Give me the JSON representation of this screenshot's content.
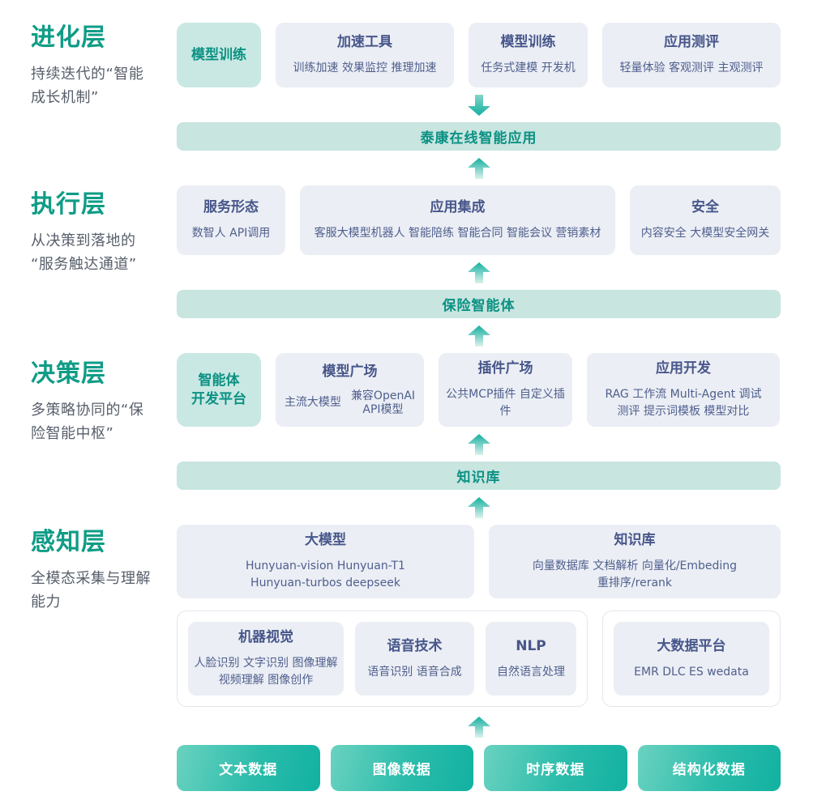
{
  "colors": {
    "accent_green": "#0f9c86",
    "card_bg": "#ebeef4",
    "card_text": "#47568a",
    "teal_card_bg": "#c9e8e3",
    "teal_card_text": "#0b9183",
    "banner_bg": "#c8e5e0",
    "banner_text": "#0a9183",
    "pill_gradient_start": "#6bd2c0",
    "pill_gradient_end": "#12b1a1",
    "subtitle_text": "#575f6b"
  },
  "sections": [
    {
      "heading": "进化层",
      "subtitle": "持续迭代的“智能\n成长机制”",
      "cards": [
        {
          "title": "模型训练"
        },
        {
          "title": "加速工具",
          "sub": "训练加速 效果监控 推理加速"
        },
        {
          "title": "模型训练",
          "sub": "任务式建模 开发机"
        },
        {
          "title": "应用测评",
          "sub": "轻量体验 客观测评 主观测评"
        }
      ],
      "banner": "泰康在线智能应用"
    },
    {
      "heading": "执行层",
      "subtitle": "从决策到落地的\n“服务触达通道”",
      "cards": [
        {
          "title": "服务形态",
          "sub": "数智人  API调用"
        },
        {
          "title": "应用集成",
          "sub": "客服大模型机器人 智能陪练 智能合同 智能会议 营销素材"
        },
        {
          "title": "安全",
          "sub": "内容安全 大模型安全网关"
        }
      ],
      "banner": "保险智能体"
    },
    {
      "heading": "决策层",
      "subtitle": "多策略协同的“保\n险智能中枢”",
      "cards": [
        {
          "title": "智能体\n开发平台"
        },
        {
          "title": "模型广场",
          "sub_parts": [
            "主流大模型",
            "兼容OpenAI\nAPI模型"
          ]
        },
        {
          "title": "插件广场",
          "sub": "公共MCP插件 自定义插件"
        },
        {
          "title": "应用开发",
          "sub": "RAG 工作流 Multi-Agent 调试\n测评 提示词模板 模型对比"
        }
      ],
      "banner": "知识库"
    },
    {
      "heading": "感知层",
      "subtitle": "全模态采集与理解\n能力",
      "cards": [
        {
          "title": "大模型",
          "sub": "Hunyuan-vision Hunyuan-T1\nHunyuan-turbos deepseek"
        },
        {
          "title": "知识库",
          "sub": "向量数据库 文档解析 向量化/Embeding\n重排序/rerank"
        }
      ],
      "groups": [
        {
          "cards": [
            {
              "title": "机器视觉",
              "sub": "人脸识别 文字识别 图像理解\n视频理解 图像创作"
            },
            {
              "title": "语音技术",
              "sub": "语音识别 语音合成"
            },
            {
              "title": "NLP",
              "sub": "自然语言处理"
            }
          ]
        },
        {
          "cards": [
            {
              "title": "大数据平台",
              "sub": "EMR DLC ES wedata"
            }
          ]
        }
      ],
      "pills": [
        "文本数据",
        "图像数据",
        "时序数据",
        "结构化数据"
      ]
    }
  ]
}
